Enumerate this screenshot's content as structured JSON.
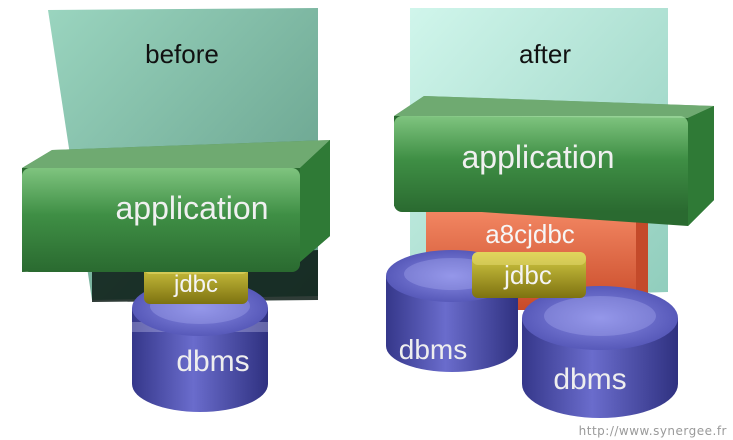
{
  "left": {
    "title": "before",
    "application": "application",
    "jdbc": "jdbc",
    "dbms": "dbms"
  },
  "right": {
    "title": "after",
    "application": "application",
    "wrapper": "a8cjdbc",
    "jdbc": "jdbc",
    "dbms_1": "dbms",
    "dbms_2": "dbms"
  },
  "watermark": "http://www.synergee.fr",
  "colors": {
    "screen_before": "#7fbfa6",
    "screen_after": "#a8e0d0",
    "application": "#3f8f45",
    "jdbc": "#9a8f1a",
    "wrapper": "#e8603c",
    "dbms": "#4d4fb0"
  }
}
